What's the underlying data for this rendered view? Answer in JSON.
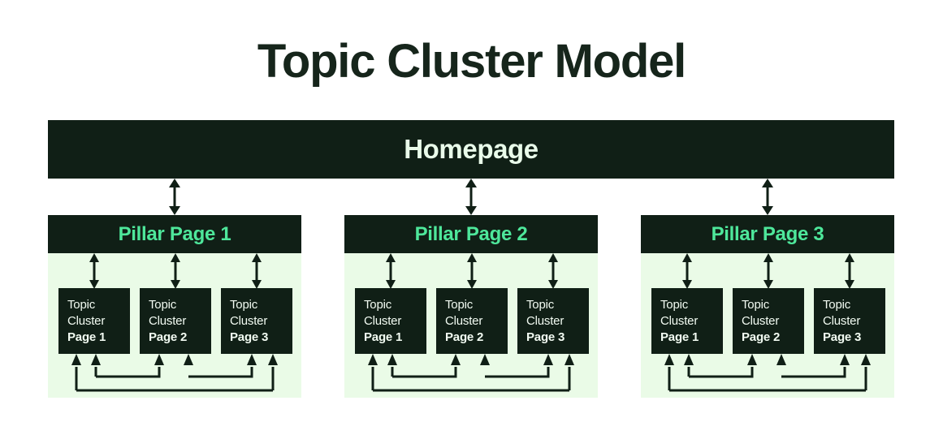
{
  "page": {
    "title": "Topic Cluster Model",
    "background": "#ffffff"
  },
  "colors": {
    "dark": "#101f16",
    "mint": "#4ee79b",
    "pale_green": "#eafbe7",
    "light_text": "#f2fbf2",
    "title_text": "#16251b"
  },
  "homepage": {
    "label": "Homepage"
  },
  "pillars": [
    {
      "label": "Pillar Page 1",
      "clusters": [
        {
          "line1": "Topic",
          "line2": "Cluster",
          "line3": "Page 1"
        },
        {
          "line1": "Topic",
          "line2": "Cluster",
          "line3": "Page 2"
        },
        {
          "line1": "Topic",
          "line2": "Cluster",
          "line3": "Page 3"
        }
      ]
    },
    {
      "label": "Pillar Page 2",
      "clusters": [
        {
          "line1": "Topic",
          "line2": "Cluster",
          "line3": "Page 1"
        },
        {
          "line1": "Topic",
          "line2": "Cluster",
          "line3": "Page 2"
        },
        {
          "line1": "Topic",
          "line2": "Cluster",
          "line3": "Page 3"
        }
      ]
    },
    {
      "label": "Pillar Page 3",
      "clusters": [
        {
          "line1": "Topic",
          "line2": "Cluster",
          "line3": "Page 1"
        },
        {
          "line1": "Topic",
          "line2": "Cluster",
          "line3": "Page 2"
        },
        {
          "line1": "Topic",
          "line2": "Cluster",
          "line3": "Page 3"
        }
      ]
    }
  ]
}
